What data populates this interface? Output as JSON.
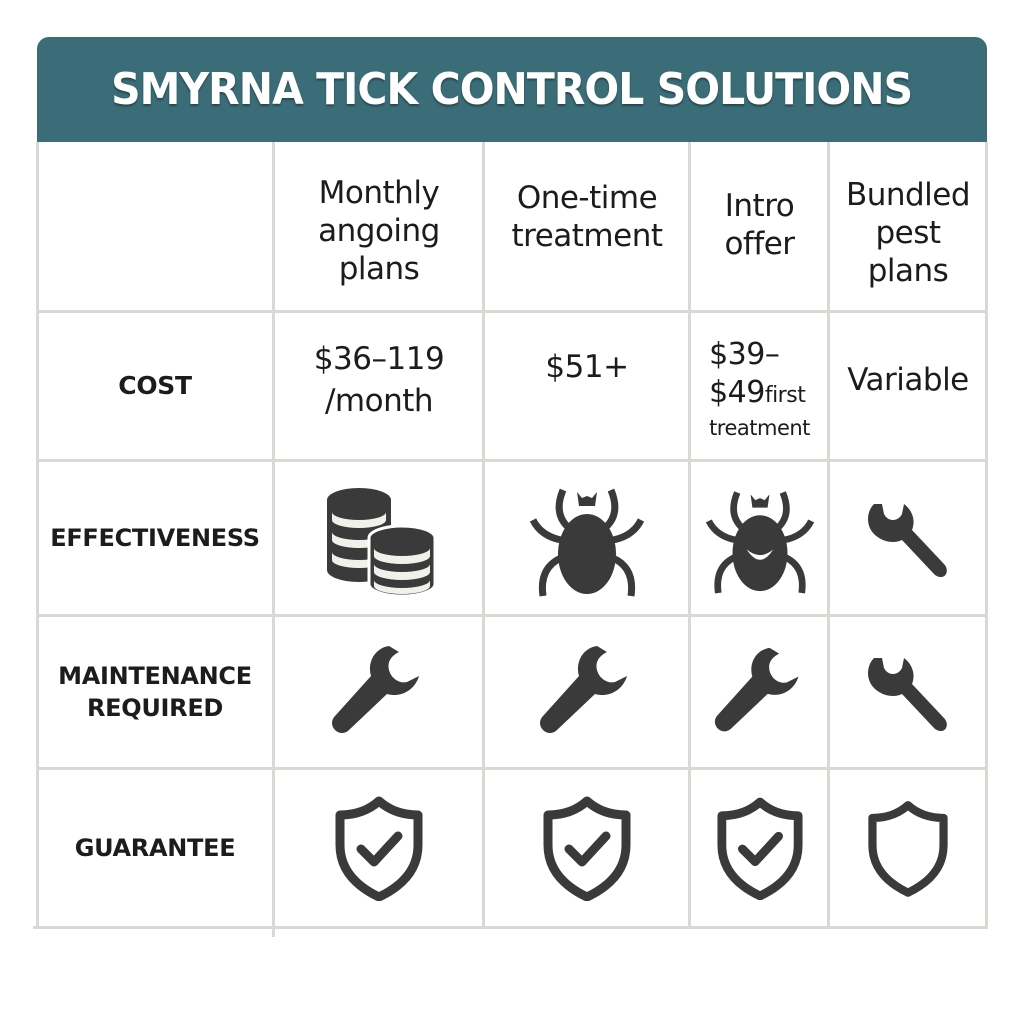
{
  "header": {
    "title": "SMYRNA TICK CONTROL SOLUTIONS",
    "background_color": "#3a6d77",
    "text_color": "#ffffff"
  },
  "table": {
    "columns": [
      {
        "label_lines": [
          "Monthly",
          "angoing",
          "plans"
        ]
      },
      {
        "label_lines": [
          "One-time",
          "treatment"
        ]
      },
      {
        "label_lines": [
          "Intro",
          "offer"
        ]
      },
      {
        "label_lines": [
          "Bundled",
          "pest",
          "plans"
        ]
      }
    ],
    "rows": [
      {
        "label_lines": [
          "COST"
        ],
        "cells": [
          {
            "type": "text",
            "lines": [
              "$36–119",
              "/month"
            ]
          },
          {
            "type": "text",
            "lines": [
              "$51+"
            ]
          },
          {
            "type": "text",
            "lines": [
              "$39–",
              "$49",
              "first",
              "treatment"
            ]
          },
          {
            "type": "text",
            "lines": [
              "Variable"
            ]
          }
        ]
      },
      {
        "label_lines": [
          "EFFECTIVENESS"
        ],
        "cells": [
          {
            "type": "icon",
            "icon": "coin-stack-icon"
          },
          {
            "type": "icon",
            "icon": "tick-icon"
          },
          {
            "type": "icon",
            "icon": "tick-smile-icon"
          },
          {
            "type": "icon",
            "icon": "wrench-icon"
          }
        ]
      },
      {
        "label_lines": [
          "MAINTENANCE",
          "REQUIRED"
        ],
        "cells": [
          {
            "type": "icon",
            "icon": "wrench-icon"
          },
          {
            "type": "icon",
            "icon": "wrench-icon"
          },
          {
            "type": "icon",
            "icon": "wrench-icon"
          },
          {
            "type": "icon",
            "icon": "wrench-icon"
          }
        ]
      },
      {
        "label_lines": [
          "GUARANTEE"
        ],
        "cells": [
          {
            "type": "icon",
            "icon": "shield-check-icon"
          },
          {
            "type": "icon",
            "icon": "shield-check-icon"
          },
          {
            "type": "icon",
            "icon": "shield-check-icon"
          },
          {
            "type": "icon",
            "icon": "shield-icon"
          }
        ]
      }
    ],
    "grid_color": "#d9d9d4",
    "icon_color": "#3a3a3a"
  }
}
